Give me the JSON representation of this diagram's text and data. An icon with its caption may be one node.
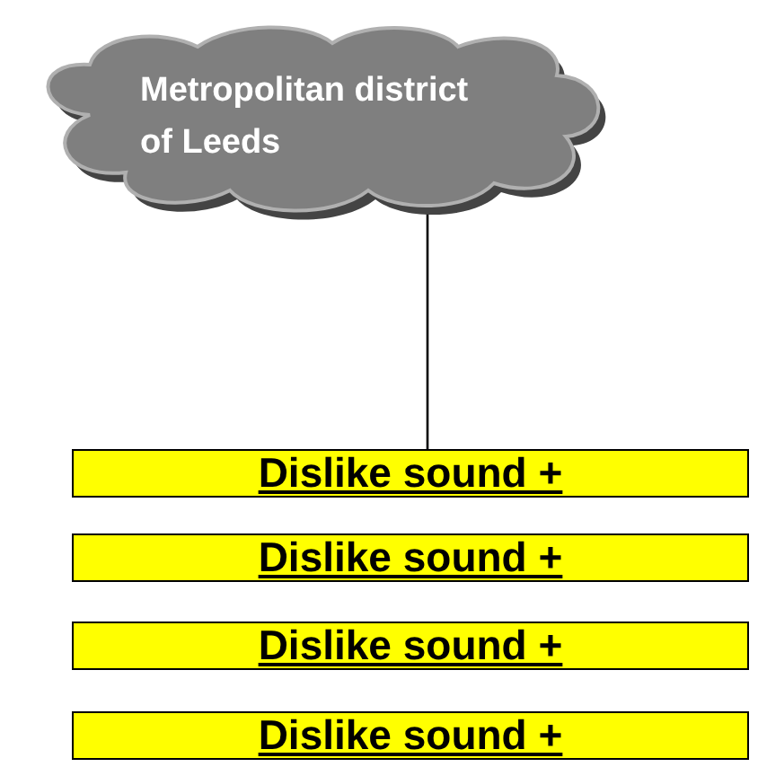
{
  "diagram": {
    "nodes": [
      {
        "text": [
          "Metropolitan district of Leeds"
        ]
      },
      {
        "text": [
          "Dislike sound +"
        ]
      },
      {
        "text": [
          "Dislike sound +"
        ]
      },
      {
        "text": [
          "Dislike sound +"
        ]
      },
      {
        "text": [
          "Dislike sound +"
        ]
      }
    ],
    "edges": [
      {
        "from": 0,
        "to": 1,
        "arrow": "none"
      }
    ]
  }
}
